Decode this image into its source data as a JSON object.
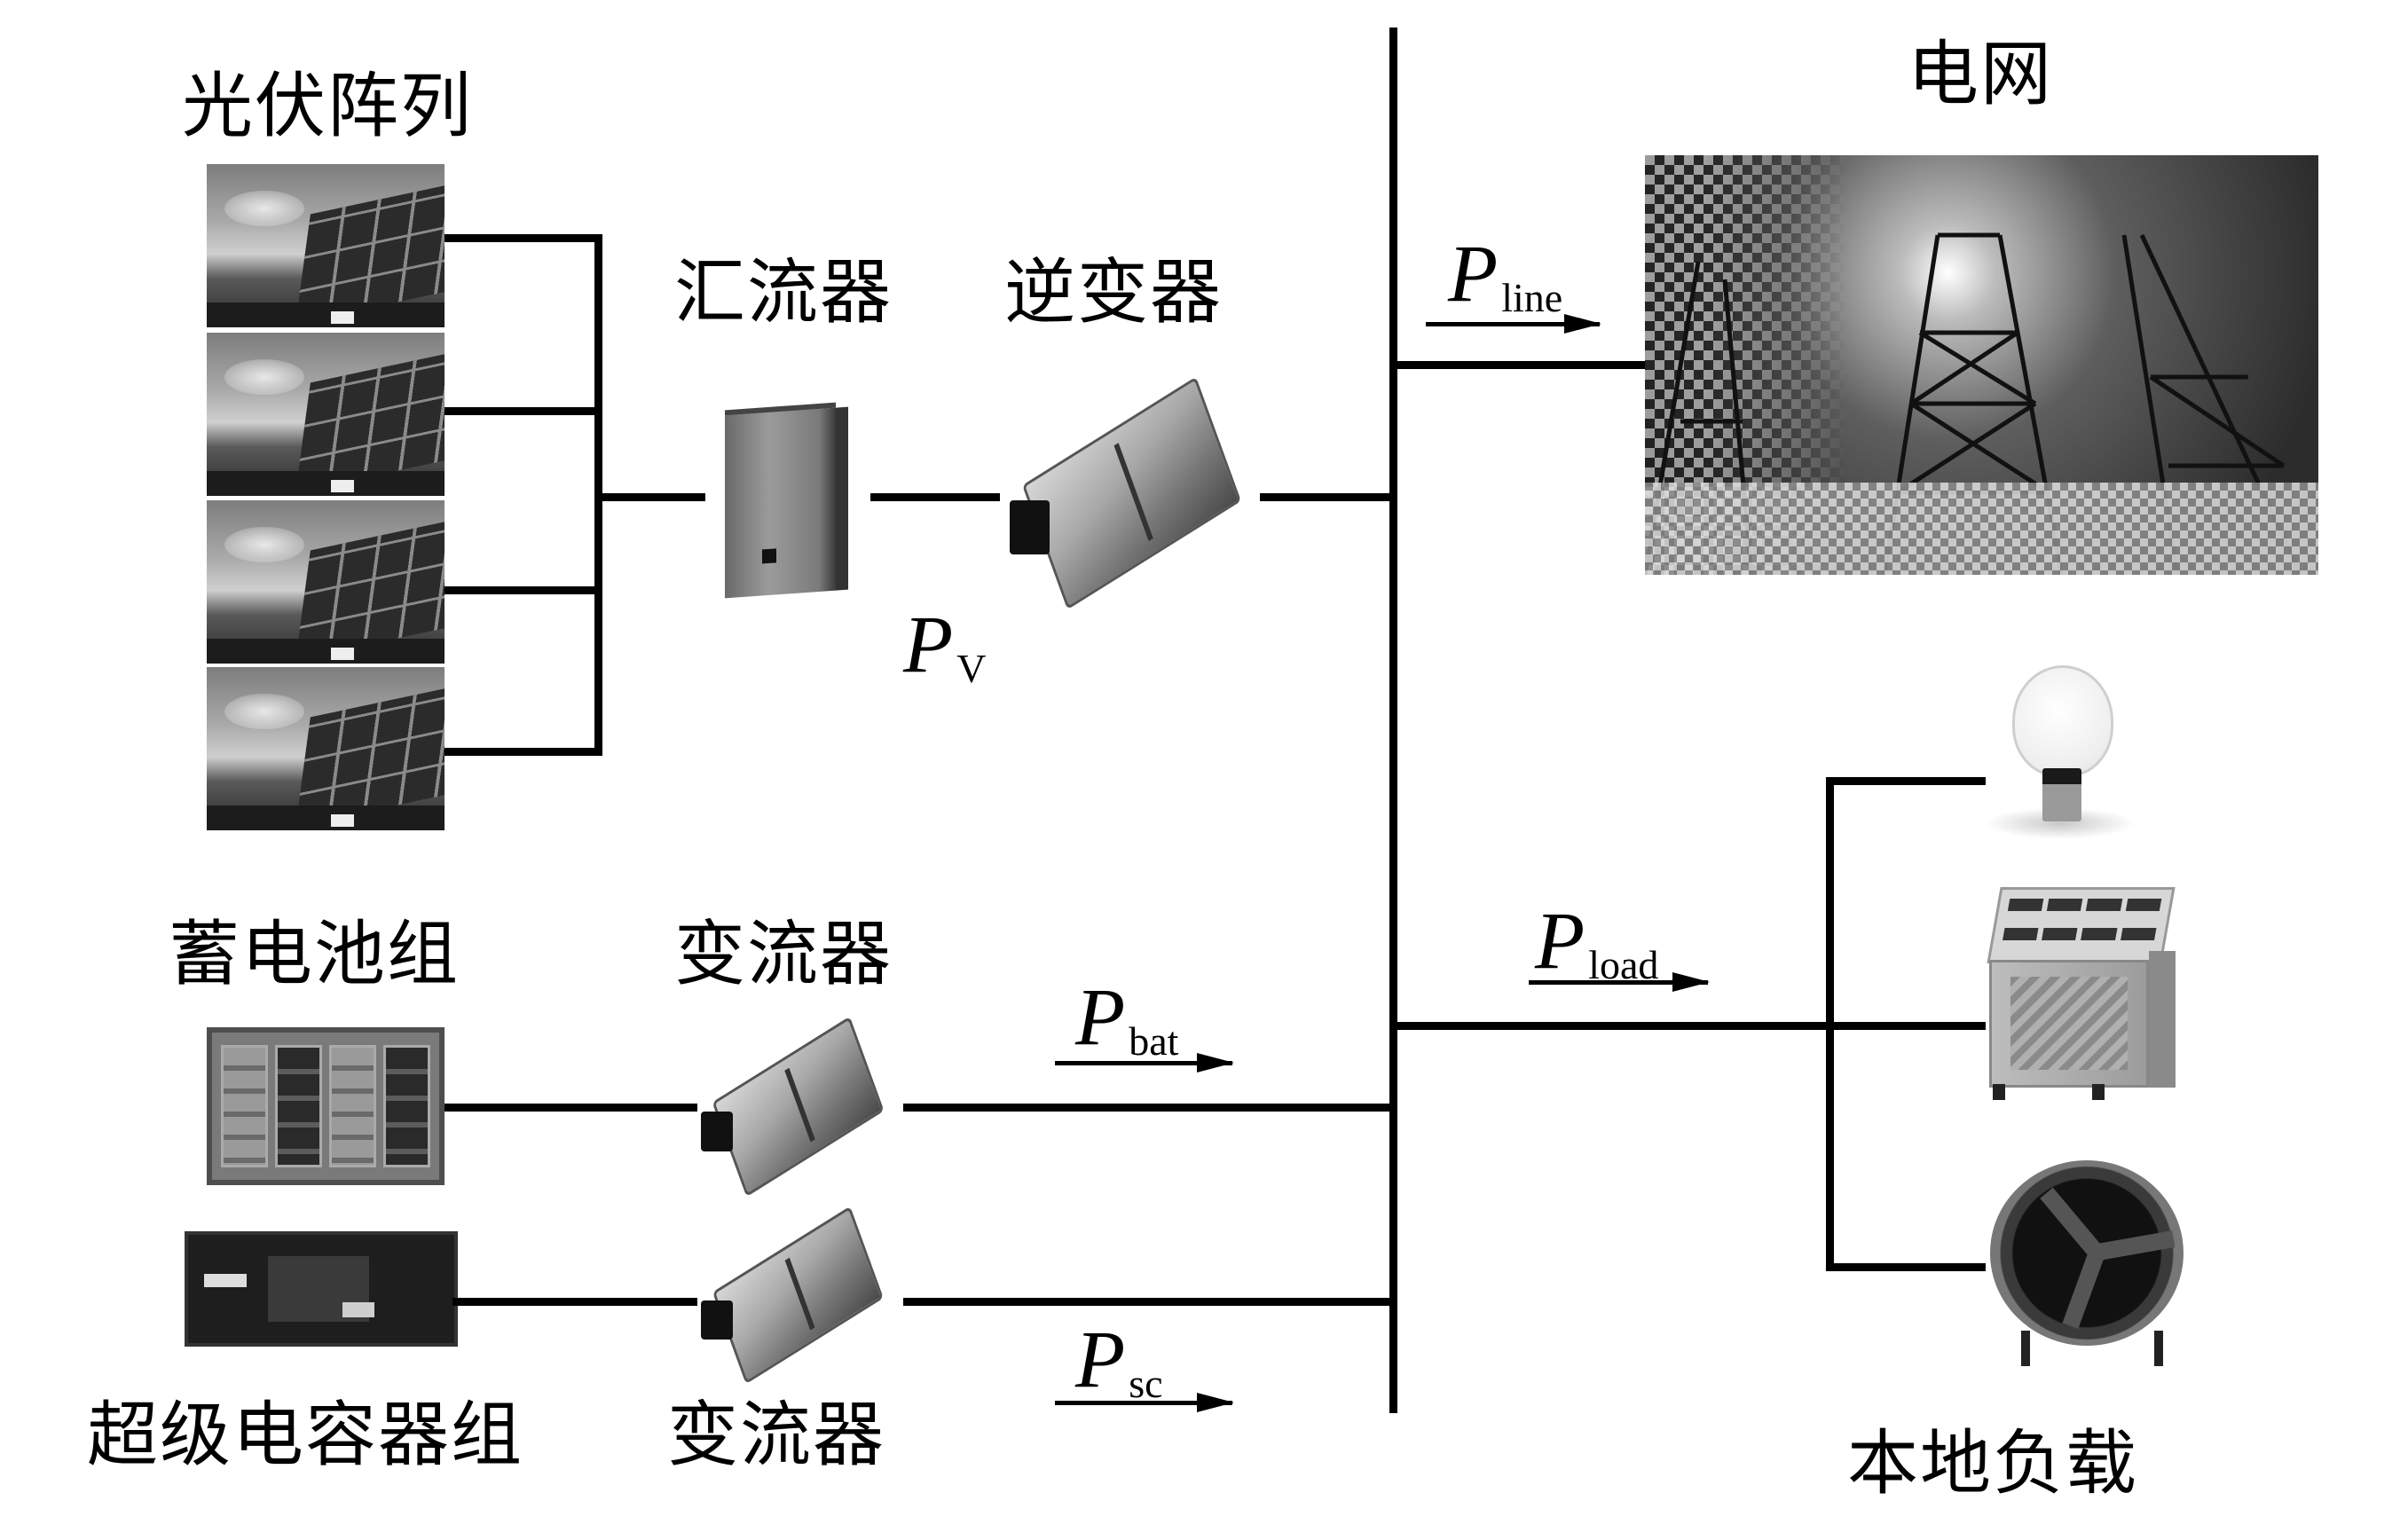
{
  "diagram": {
    "title": "Photovoltaic microgrid with hybrid energy storage",
    "blocks": {
      "pv_array": {
        "label": "光伏阵列",
        "panel_count": 4
      },
      "combiner": {
        "label": "汇流器"
      },
      "inverter": {
        "label": "逆变器"
      },
      "grid": {
        "label": "电网"
      },
      "battery": {
        "label": "蓄电池组"
      },
      "battery_converter": {
        "label": "变流器"
      },
      "supercap": {
        "label": "超级电容器组"
      },
      "supercap_converter": {
        "label": "变流器"
      },
      "local_load": {
        "label": "本地负载",
        "items": [
          "light-bulb",
          "electric-heater",
          "fan"
        ]
      }
    },
    "power_flows": {
      "pv": {
        "symbol": "P",
        "subscript": "V"
      },
      "line": {
        "symbol": "P",
        "subscript": "line"
      },
      "load": {
        "symbol": "P",
        "subscript": "load"
      },
      "bat": {
        "symbol": "P",
        "subscript": "bat"
      },
      "sc": {
        "symbol": "P",
        "subscript": "sc"
      }
    },
    "colors": {
      "line": "#000000",
      "background": "#ffffff"
    }
  }
}
